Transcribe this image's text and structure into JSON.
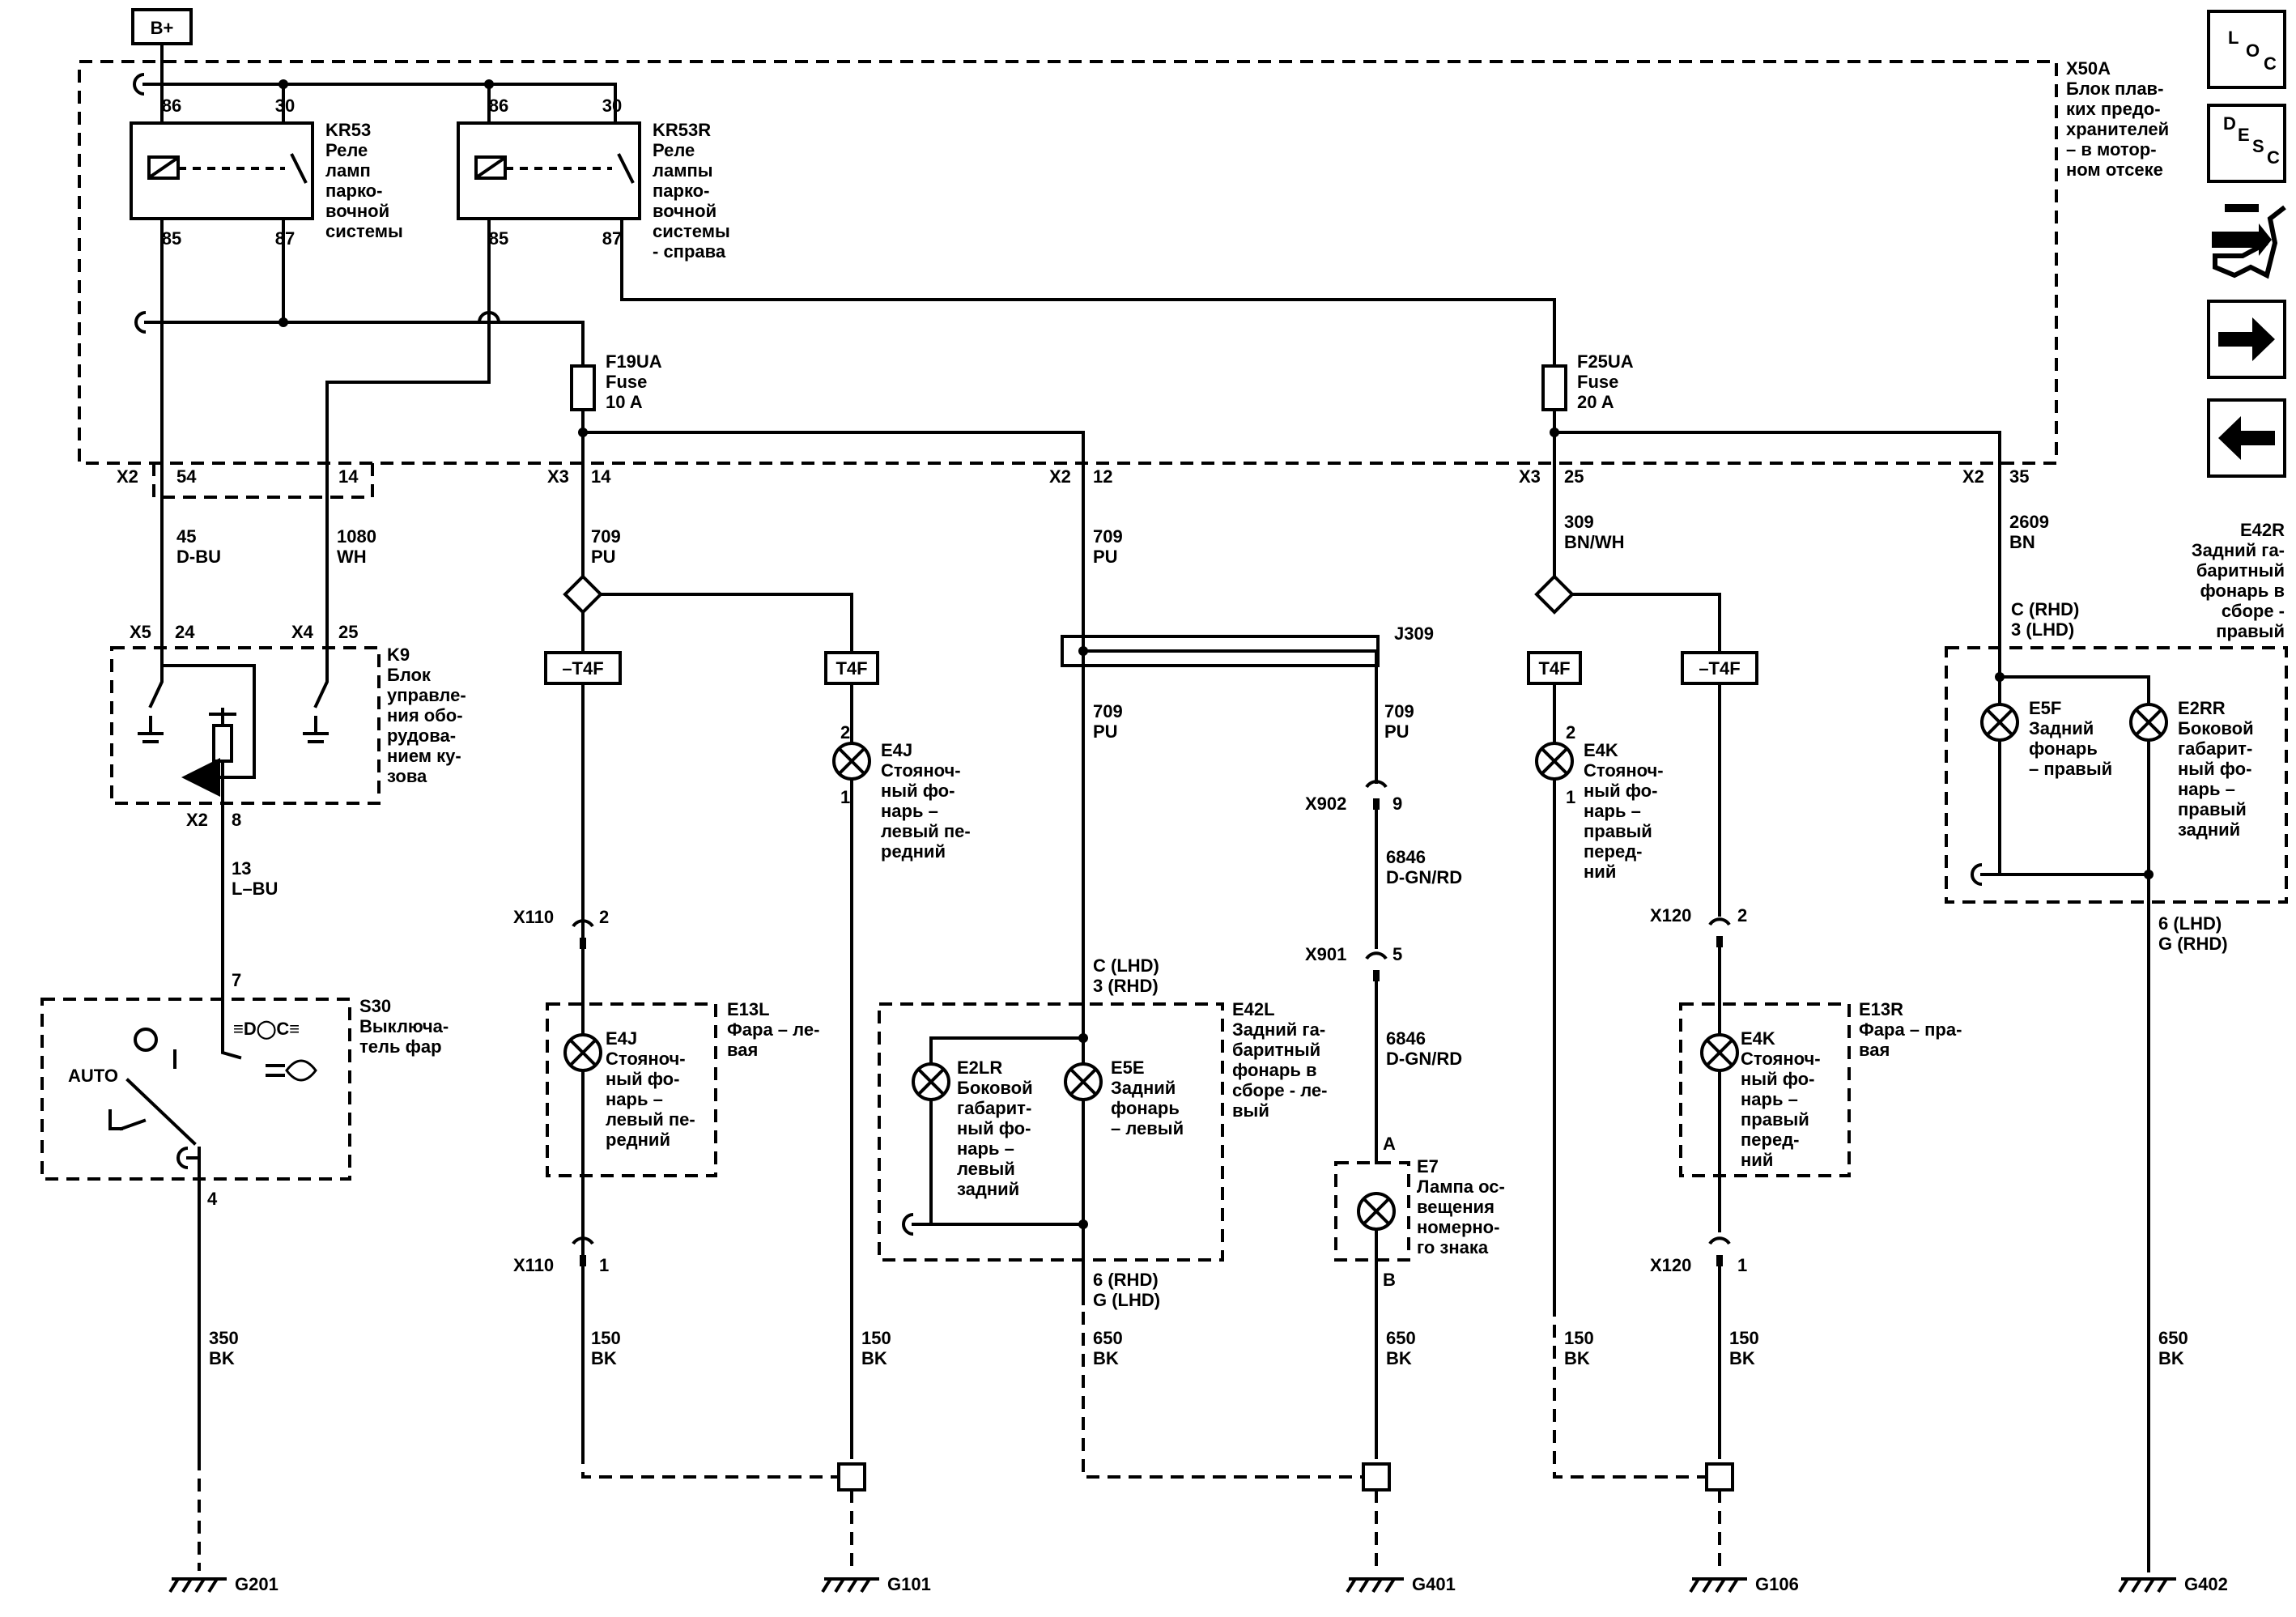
{
  "power": {
    "label": "B+"
  },
  "fuse_block": {
    "ref": "X50A",
    "name_lines": [
      "Блок плав-",
      "ких предо-",
      "хранителей",
      "– в мотор-",
      "ном отсеке"
    ]
  },
  "relays": [
    {
      "id": "KR53",
      "pins": [
        "86",
        "30",
        "85",
        "87"
      ],
      "name_lines": [
        "Реле",
        "ламп",
        "парко-",
        "вочной",
        "системы"
      ]
    },
    {
      "id": "KR53R",
      "pins": [
        "86",
        "30",
        "85",
        "87"
      ],
      "name_lines": [
        "Реле",
        "лампы",
        "парко-",
        "вочной",
        "системы",
        "- справа"
      ]
    }
  ],
  "fuses": [
    {
      "id": "F19UA",
      "type": "Fuse",
      "rating": "10 A"
    },
    {
      "id": "F25UA",
      "type": "Fuse",
      "rating": "20 A"
    }
  ],
  "connectors": {
    "x2_54": [
      "X2",
      "54"
    ],
    "x2_14": [
      "14"
    ],
    "x3_14": [
      "X3",
      "14"
    ],
    "x2_12": [
      "X2",
      "12"
    ],
    "x3_25": [
      "X3",
      "25"
    ],
    "x2_35": [
      "X2",
      "35"
    ],
    "x5_24": [
      "X5",
      "24"
    ],
    "x4_25": [
      "X4",
      "25"
    ],
    "x2_8": [
      "X2",
      "8"
    ],
    "pin7": "7",
    "pin4": "4",
    "x110_2": [
      "X110",
      "2"
    ],
    "x110_1": [
      "X110",
      "1"
    ],
    "x120_2": [
      "X120",
      "2"
    ],
    "x120_1": [
      "X120",
      "1"
    ],
    "x902_9": [
      "X902",
      "9"
    ],
    "x901_5": [
      "X901",
      "5"
    ],
    "e42l_top": [
      "C (LHD)",
      "3 (RHD)"
    ],
    "e42l_bot": [
      "6 (RHD)",
      "G (LHD)"
    ],
    "e42r_top": [
      "C (RHD)",
      "3 (LHD)"
    ],
    "e42r_bot": [
      "6 (LHD)",
      "G (RHD)"
    ],
    "e7_a": "A",
    "e7_b": "B",
    "lamp_pin2": "2",
    "lamp_pin1": "1"
  },
  "wires": {
    "w45": [
      "45",
      "D-BU"
    ],
    "w1080": [
      "1080",
      "WH"
    ],
    "w709a": [
      "709",
      "PU"
    ],
    "w709b": [
      "709",
      "PU"
    ],
    "w709c": [
      "709",
      "PU"
    ],
    "w709d": [
      "709",
      "PU"
    ],
    "w309": [
      "309",
      "BN/WH"
    ],
    "w2609": [
      "2609",
      "BN"
    ],
    "w13": [
      "13",
      "L–BU"
    ],
    "w350": [
      "350",
      "BK"
    ],
    "w150a": [
      "150",
      "BK"
    ],
    "w150b": [
      "150",
      "BK"
    ],
    "w650a": [
      "650",
      "BK"
    ],
    "w6846a": [
      "6846",
      "D-GN/RD"
    ],
    "w6846b": [
      "6846",
      "D-GN/RD"
    ],
    "w650b": [
      "650",
      "BK"
    ],
    "w150c": [
      "150",
      "BK"
    ],
    "w150d": [
      "150",
      "BK"
    ],
    "w650c": [
      "650",
      "BK"
    ]
  },
  "splice": {
    "id": "J309"
  },
  "tags": {
    "t1": "–T4F",
    "t2": "T4F",
    "t3": "T4F",
    "t4": "–T4F"
  },
  "modules": {
    "k9": {
      "id": "K9",
      "lines": [
        "Блок",
        "управле-",
        "ния обо-",
        "рудова-",
        "нием ку-",
        "зова"
      ]
    },
    "s30": {
      "id": "S30",
      "lines": [
        "Выключа-",
        "тель фар"
      ],
      "auto": "AUTO"
    },
    "e13l": {
      "id": "E13L",
      "lines": [
        "Фара – ле-",
        "вая"
      ]
    },
    "e13r": {
      "id": "E13R",
      "lines": [
        "Фара – пра-",
        "вая"
      ]
    },
    "e42l": {
      "id": "E42L",
      "lines": [
        "Задний га-",
        "баритный",
        "фонарь в",
        "сборе - ле-",
        "вый"
      ]
    },
    "e42r": {
      "id": "E42R",
      "lines": [
        "Задний га-",
        "баритный",
        "фонарь в",
        "сборе -",
        "правый"
      ]
    }
  },
  "lamps": {
    "e4j_front": {
      "id": "E4J",
      "lines": [
        "Стояноч-",
        "ный фо-",
        "нарь –",
        "левый пе-",
        "редний"
      ]
    },
    "e4j_head": {
      "id": "E4J",
      "lines": [
        "Стояноч-",
        "ный фо-",
        "нарь –",
        "левый пе-",
        "редний"
      ]
    },
    "e4k_front": {
      "id": "E4K",
      "lines": [
        "Стояноч-",
        "ный фо-",
        "нарь –",
        "правый",
        "перед-",
        "ний"
      ]
    },
    "e4k_head": {
      "id": "E4K",
      "lines": [
        "Стояноч-",
        "ный фо-",
        "нарь –",
        "правый",
        "перед-",
        "ний"
      ]
    },
    "e2lr": {
      "id": "E2LR",
      "lines": [
        "Боковой",
        "габарит-",
        "ный фо-",
        "нарь –",
        "левый",
        "задний"
      ]
    },
    "e5e": {
      "id": "E5E",
      "lines": [
        "Задний",
        "фонарь",
        "– левый"
      ]
    },
    "e7": {
      "id": "E7",
      "lines": [
        "Лампа ос-",
        "вещения",
        "номерно-",
        "го знака"
      ]
    },
    "e5f": {
      "id": "E5F",
      "lines": [
        "Задний",
        "фонарь",
        "– правый"
      ]
    },
    "e2rr": {
      "id": "E2RR",
      "lines": [
        "Боковой",
        "габарит-",
        "ный фо-",
        "нарь –",
        "правый",
        "задний"
      ]
    }
  },
  "grounds": [
    "G201",
    "G101",
    "G401",
    "G106",
    "G402"
  ],
  "sidebar": {
    "loc": [
      "L",
      "O",
      "C"
    ],
    "desc": [
      "D",
      "E",
      "S",
      "C"
    ]
  },
  "colors": {
    "line": "#000000",
    "background": "#ffffff"
  }
}
